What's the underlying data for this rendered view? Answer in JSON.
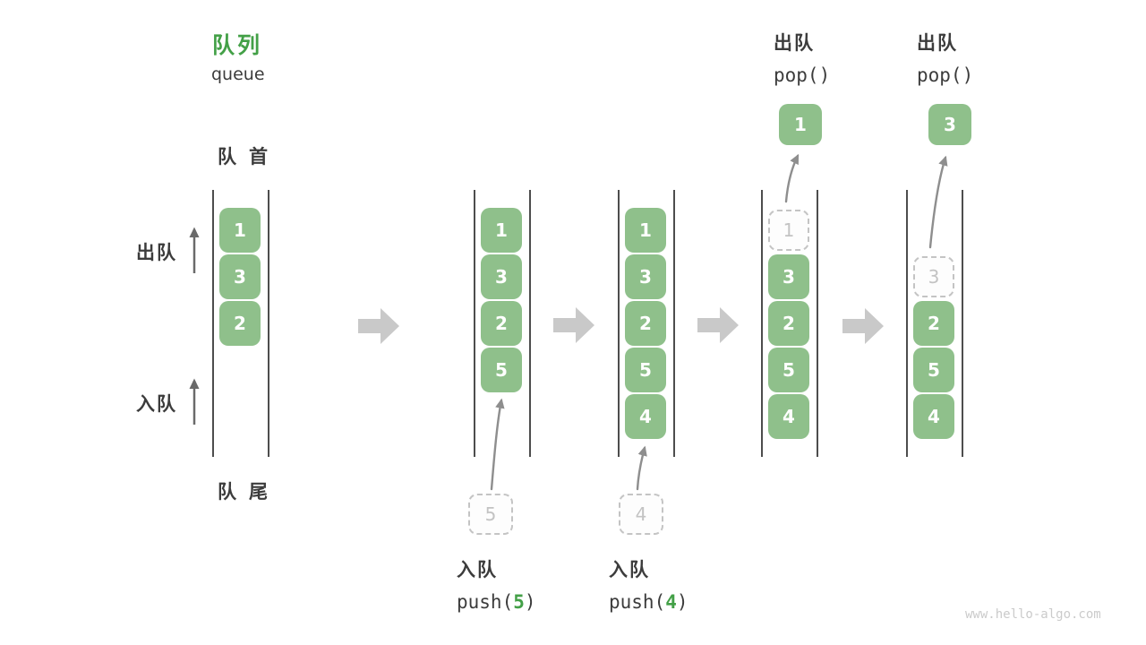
{
  "title": {
    "zh": "队列",
    "en": "queue"
  },
  "labels": {
    "front": "队首",
    "rear": "队尾",
    "dequeue_side": "出队",
    "enqueue_side": "入队"
  },
  "operations": {
    "enqueue": [
      {
        "label_zh": "入队",
        "code_prefix": "push(",
        "arg": "5",
        "code_suffix": ")"
      },
      {
        "label_zh": "入队",
        "code_prefix": "push(",
        "arg": "4",
        "code_suffix": ")"
      }
    ],
    "dequeue": [
      {
        "label_zh": "出队",
        "code": "pop()"
      },
      {
        "label_zh": "出队",
        "code": "pop()"
      }
    ]
  },
  "diagram": {
    "columns": [
      {
        "cells": [
          {
            "slot": 0,
            "value": "1",
            "dashed": false
          },
          {
            "slot": 1,
            "value": "3",
            "dashed": false
          },
          {
            "slot": 2,
            "value": "2",
            "dashed": false
          }
        ]
      },
      {
        "cells": [
          {
            "slot": 0,
            "value": "1",
            "dashed": false
          },
          {
            "slot": 1,
            "value": "3",
            "dashed": false
          },
          {
            "slot": 2,
            "value": "2",
            "dashed": false
          },
          {
            "slot": 3,
            "value": "5",
            "dashed": false
          }
        ],
        "pending_value": "5"
      },
      {
        "cells": [
          {
            "slot": 0,
            "value": "1",
            "dashed": false
          },
          {
            "slot": 1,
            "value": "3",
            "dashed": false
          },
          {
            "slot": 2,
            "value": "2",
            "dashed": false
          },
          {
            "slot": 3,
            "value": "5",
            "dashed": false
          },
          {
            "slot": 4,
            "value": "4",
            "dashed": false
          }
        ],
        "pending_value": "4"
      },
      {
        "cells": [
          {
            "slot": 0,
            "value": "1",
            "dashed": true
          },
          {
            "slot": 1,
            "value": "3",
            "dashed": false
          },
          {
            "slot": 2,
            "value": "2",
            "dashed": false
          },
          {
            "slot": 3,
            "value": "5",
            "dashed": false
          },
          {
            "slot": 4,
            "value": "4",
            "dashed": false
          }
        ],
        "popped_value": "1"
      },
      {
        "cells": [
          {
            "slot": 1,
            "value": "3",
            "dashed": true
          },
          {
            "slot": 2,
            "value": "2",
            "dashed": false
          },
          {
            "slot": 3,
            "value": "5",
            "dashed": false
          },
          {
            "slot": 4,
            "value": "4",
            "dashed": false
          }
        ],
        "popped_value": "3"
      }
    ]
  },
  "watermark": "www.hello-algo.com",
  "colors": {
    "box_green": "#8FC08B",
    "accent_green": "#43A047",
    "text_dark": "#3C3C3C",
    "line_gray": "#4D4D4D",
    "dashed_border": "#C4C4C4",
    "dashed_text": "#C3C3C3",
    "thin_arrow_dark": "#6A6A6A",
    "thin_arrow_mid": "#8E8E8E",
    "block_arrow_gray": "#C9C9C9"
  }
}
